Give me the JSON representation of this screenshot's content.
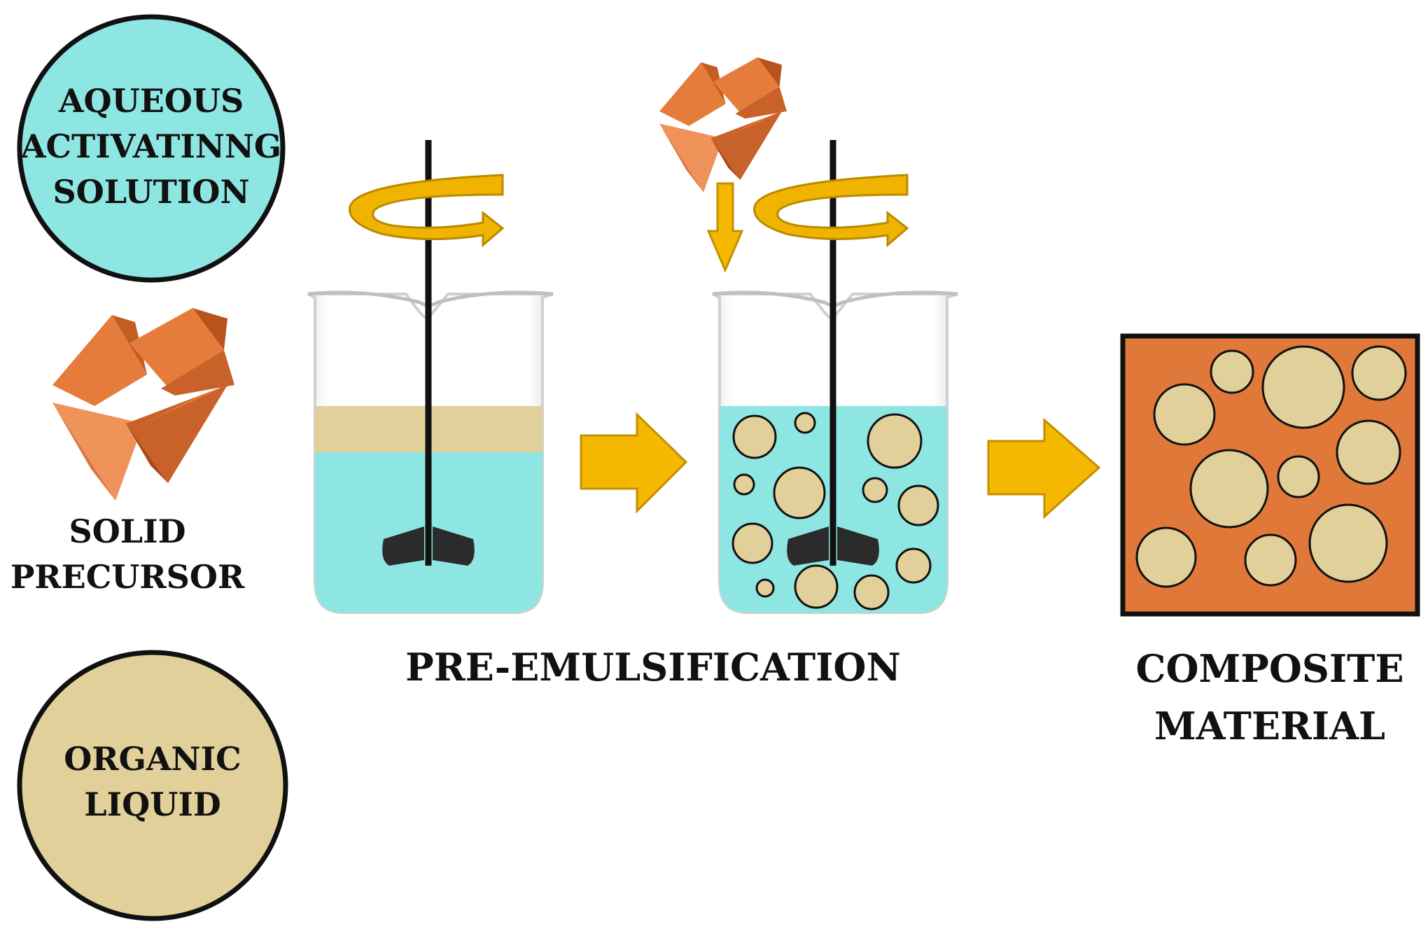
{
  "inputs": {
    "aqueous": {
      "lines": [
        "AQUEOUS",
        "ACTIVATINNG",
        "SOLUTION"
      ]
    },
    "solid": {
      "lines": [
        "SOLID",
        "PRECURSOR"
      ]
    },
    "organic": {
      "lines": [
        "ORGANIC",
        "LIQUID"
      ]
    }
  },
  "steps": {
    "pre_emulsification": "PRE-EMULSIFICATION",
    "composite": {
      "lines": [
        "COMPOSITE",
        "MATERIAL"
      ]
    }
  },
  "colors": {
    "aqueous": "#8ee6e2",
    "organic": "#e1d09a",
    "precursor": "#e0783a",
    "arrow": "#f5b800",
    "stir_arrow": "#d9a300",
    "composite_bg": "#e0783a",
    "outline": "#111111"
  },
  "icons": {
    "rotation": "rotation-arrow-icon",
    "flow": "right-arrow-icon",
    "add": "down-arrow-icon",
    "crystals": "crystal-cluster-icon",
    "stirrer": "impeller-icon"
  }
}
